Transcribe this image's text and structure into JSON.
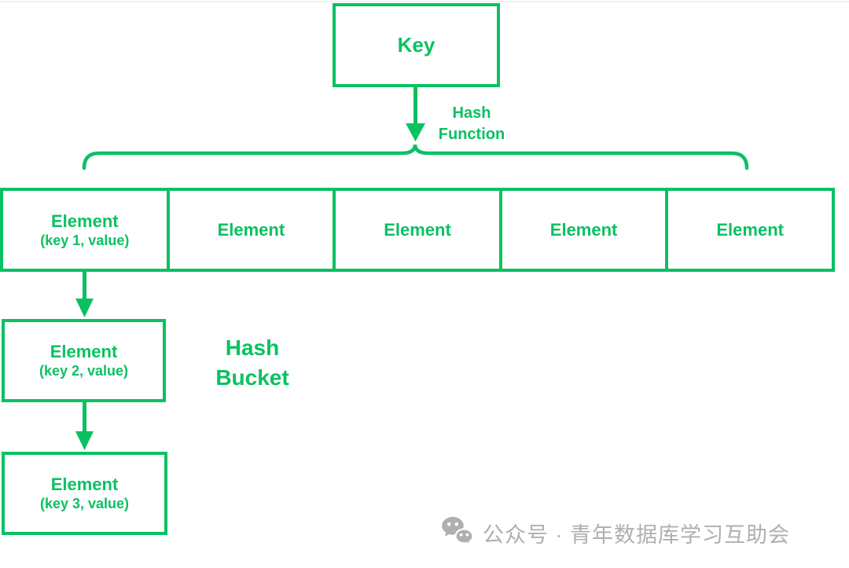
{
  "diagram": {
    "colors": {
      "accent_green": "#0ac162",
      "watermark_gray": "#afafaf"
    },
    "key_box": {
      "label": "Key"
    },
    "hash_function_label": {
      "line1": "Hash",
      "line2": "Function"
    },
    "bucket_row": {
      "cells": [
        {
          "label": "Element",
          "sublabel": "(key 1, value)"
        },
        {
          "label": "Element"
        },
        {
          "label": "Element"
        },
        {
          "label": "Element"
        },
        {
          "label": "Element"
        }
      ]
    },
    "overflow_chain": [
      {
        "label": "Element",
        "sublabel": "(key 2, value)"
      },
      {
        "label": "Element",
        "sublabel": "(key 3, value)"
      }
    ],
    "hash_bucket_label": {
      "line1": "Hash",
      "line2": "Bucket"
    }
  },
  "watermark": {
    "icon": "wechat-icon",
    "text": "公众号 · 青年数据库学习互助会"
  }
}
